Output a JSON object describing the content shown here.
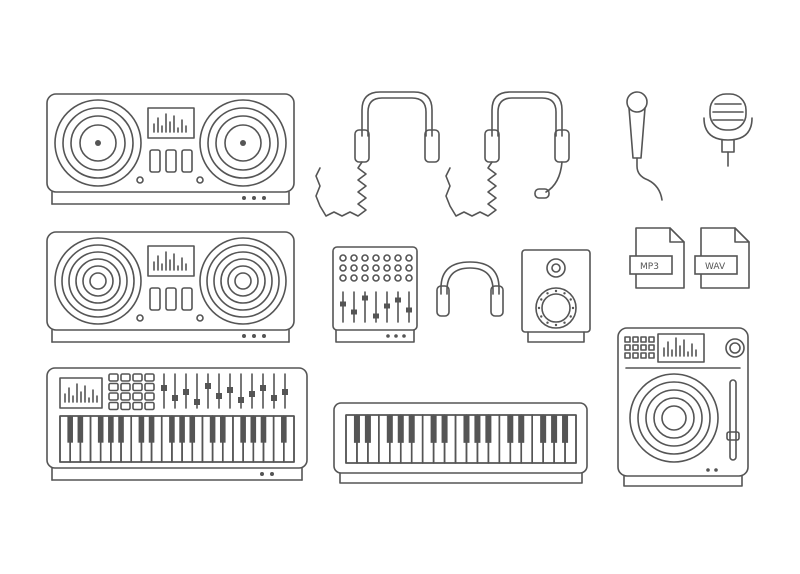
{
  "illustration": {
    "stroke_color": "#555555",
    "background_color": "#ffffff",
    "icons": [
      "dj-controller-vinyl",
      "dj-controller-speaker",
      "midi-keyboard-controller",
      "headphones-coiled-cable",
      "headset-with-microphone",
      "mixing-console",
      "headphones",
      "studio-speaker",
      "piano-keyboard",
      "handheld-microphone",
      "retro-studio-microphone",
      "mp3-file-icon",
      "wav-file-icon",
      "turntable-sampler"
    ]
  },
  "files": {
    "mp3_label": "MP3",
    "wav_label": "WAV"
  }
}
